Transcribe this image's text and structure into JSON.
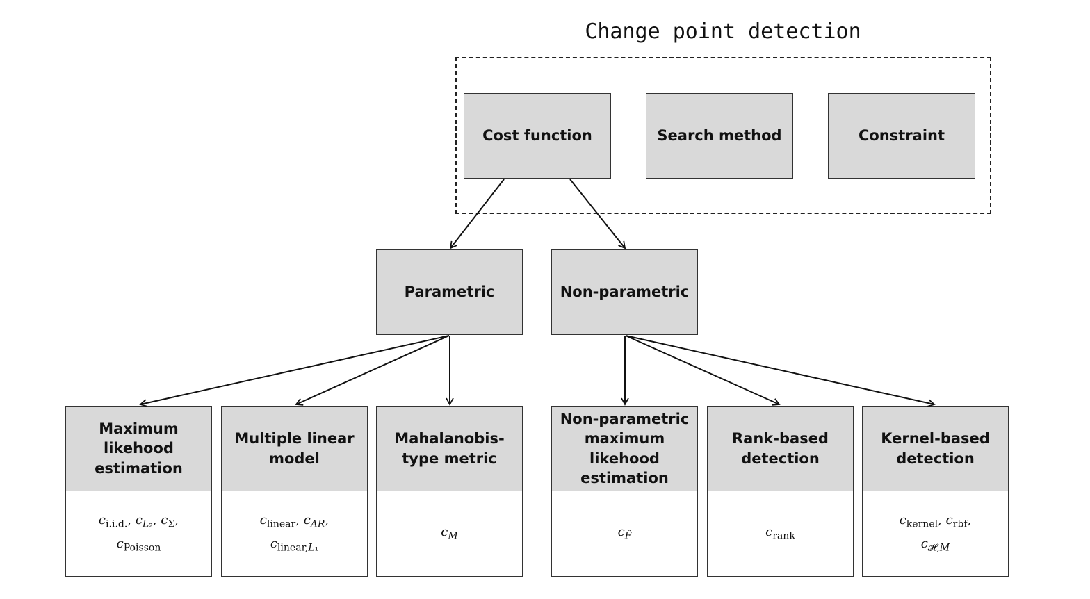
{
  "title": "Change point detection",
  "top_nodes": {
    "cost_function": "Cost function",
    "search_method": "Search method",
    "constraint": "Constraint"
  },
  "mid_nodes": {
    "parametric": "Parametric",
    "non_parametric": "Non-parametric"
  },
  "leaf_nodes": [
    {
      "label": "Maximum likehood estimation",
      "costs": "c_i.i.d., c_L2, c_Σ, c_Poisson"
    },
    {
      "label": "Multiple linear model",
      "costs": "c_linear, c_AR, c_linear,L1"
    },
    {
      "label": "Mahalanobis-type metric",
      "costs": "c_M"
    },
    {
      "label": "Non-parametric maximum likehood estimation",
      "costs": "c_F̂"
    },
    {
      "label": "Rank-based detection",
      "costs": "c_rank"
    },
    {
      "label": "Kernel-based detection",
      "costs": "c_kernel, c_rbf, c_H,M"
    }
  ],
  "edges": [
    [
      "Cost function",
      "Parametric"
    ],
    [
      "Cost function",
      "Non-parametric"
    ],
    [
      "Parametric",
      "Maximum likehood estimation"
    ],
    [
      "Parametric",
      "Multiple linear model"
    ],
    [
      "Parametric",
      "Mahalanobis-type metric"
    ],
    [
      "Non-parametric",
      "Non-parametric maximum likehood estimation"
    ],
    [
      "Non-parametric",
      "Rank-based detection"
    ],
    [
      "Non-parametric",
      "Kernel-based detection"
    ]
  ]
}
